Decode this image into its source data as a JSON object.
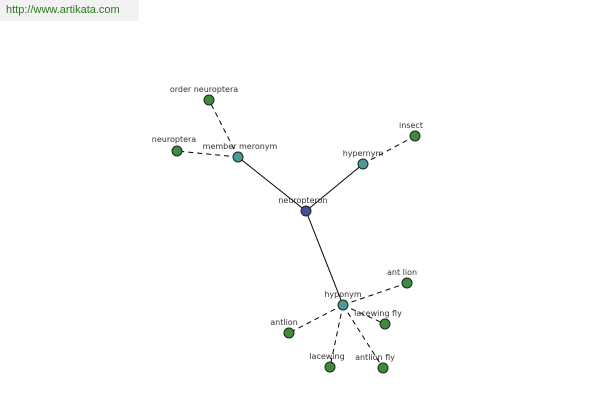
{
  "header": {
    "url_text": "http://www.artikata.com"
  },
  "colors": {
    "center_node": "#4b4d92",
    "relation_node": "#4f9898",
    "leaf_node": "#3f8a3f"
  },
  "graph": {
    "center": {
      "id": "neuropteron",
      "label": "neuropteron"
    },
    "relations": [
      {
        "id": "member-meronym",
        "label": "member meronym",
        "terms": [
          "order neuroptera",
          "neuroptera"
        ]
      },
      {
        "id": "hypernym",
        "label": "hypernym",
        "terms": [
          "insect"
        ]
      },
      {
        "id": "hyponym",
        "label": "hyponym",
        "terms": [
          "ant lion",
          "lacewing fly",
          "antlion",
          "lacewing",
          "antlion fly"
        ]
      }
    ]
  }
}
